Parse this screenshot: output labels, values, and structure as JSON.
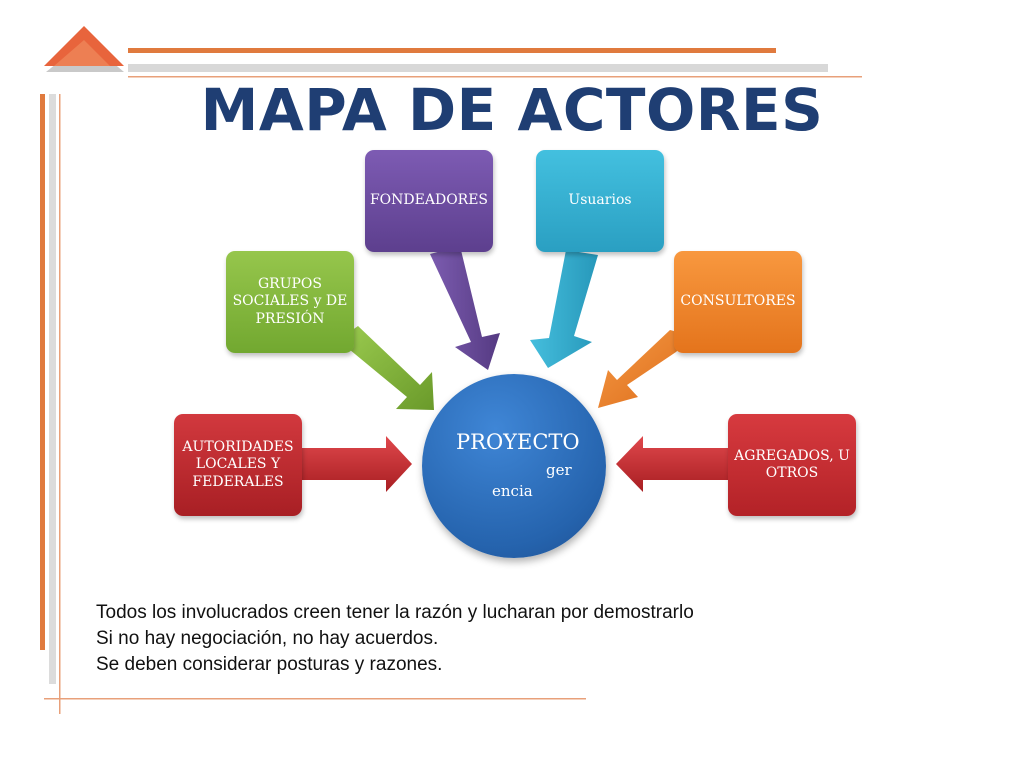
{
  "title": "MAPA DE ACTORES",
  "center": {
    "line1": "PROYECTO",
    "line2": "ger",
    "line3": "encia",
    "color": "#2b6cbf"
  },
  "actors": [
    {
      "id": "autoridades",
      "label": "AUTORIDADES LOCALES Y FEDERALES",
      "color": "#b8262b"
    },
    {
      "id": "grupos",
      "label": "GRUPOS SOCIALES  y DE PRESIÓN",
      "color": "#7fb23a"
    },
    {
      "id": "fondeadores",
      "label": "FONDEADORES",
      "color": "#6a4a9a"
    },
    {
      "id": "usuarios",
      "label": "Usuarios",
      "color": "#35aecf"
    },
    {
      "id": "consultores",
      "label": "CONSULTORES",
      "color": "#f1842a"
    },
    {
      "id": "agregados",
      "label": "AGREGADOS, U OTROS",
      "color": "#c0282d"
    }
  ],
  "notes": [
    "Todos los involucrados creen tener la razón y lucharan por demostrarlo",
    "Si no hay negociación, no hay acuerdos.",
    "Se deben considerar posturas y razones."
  ],
  "accent_color": "#e0733a"
}
